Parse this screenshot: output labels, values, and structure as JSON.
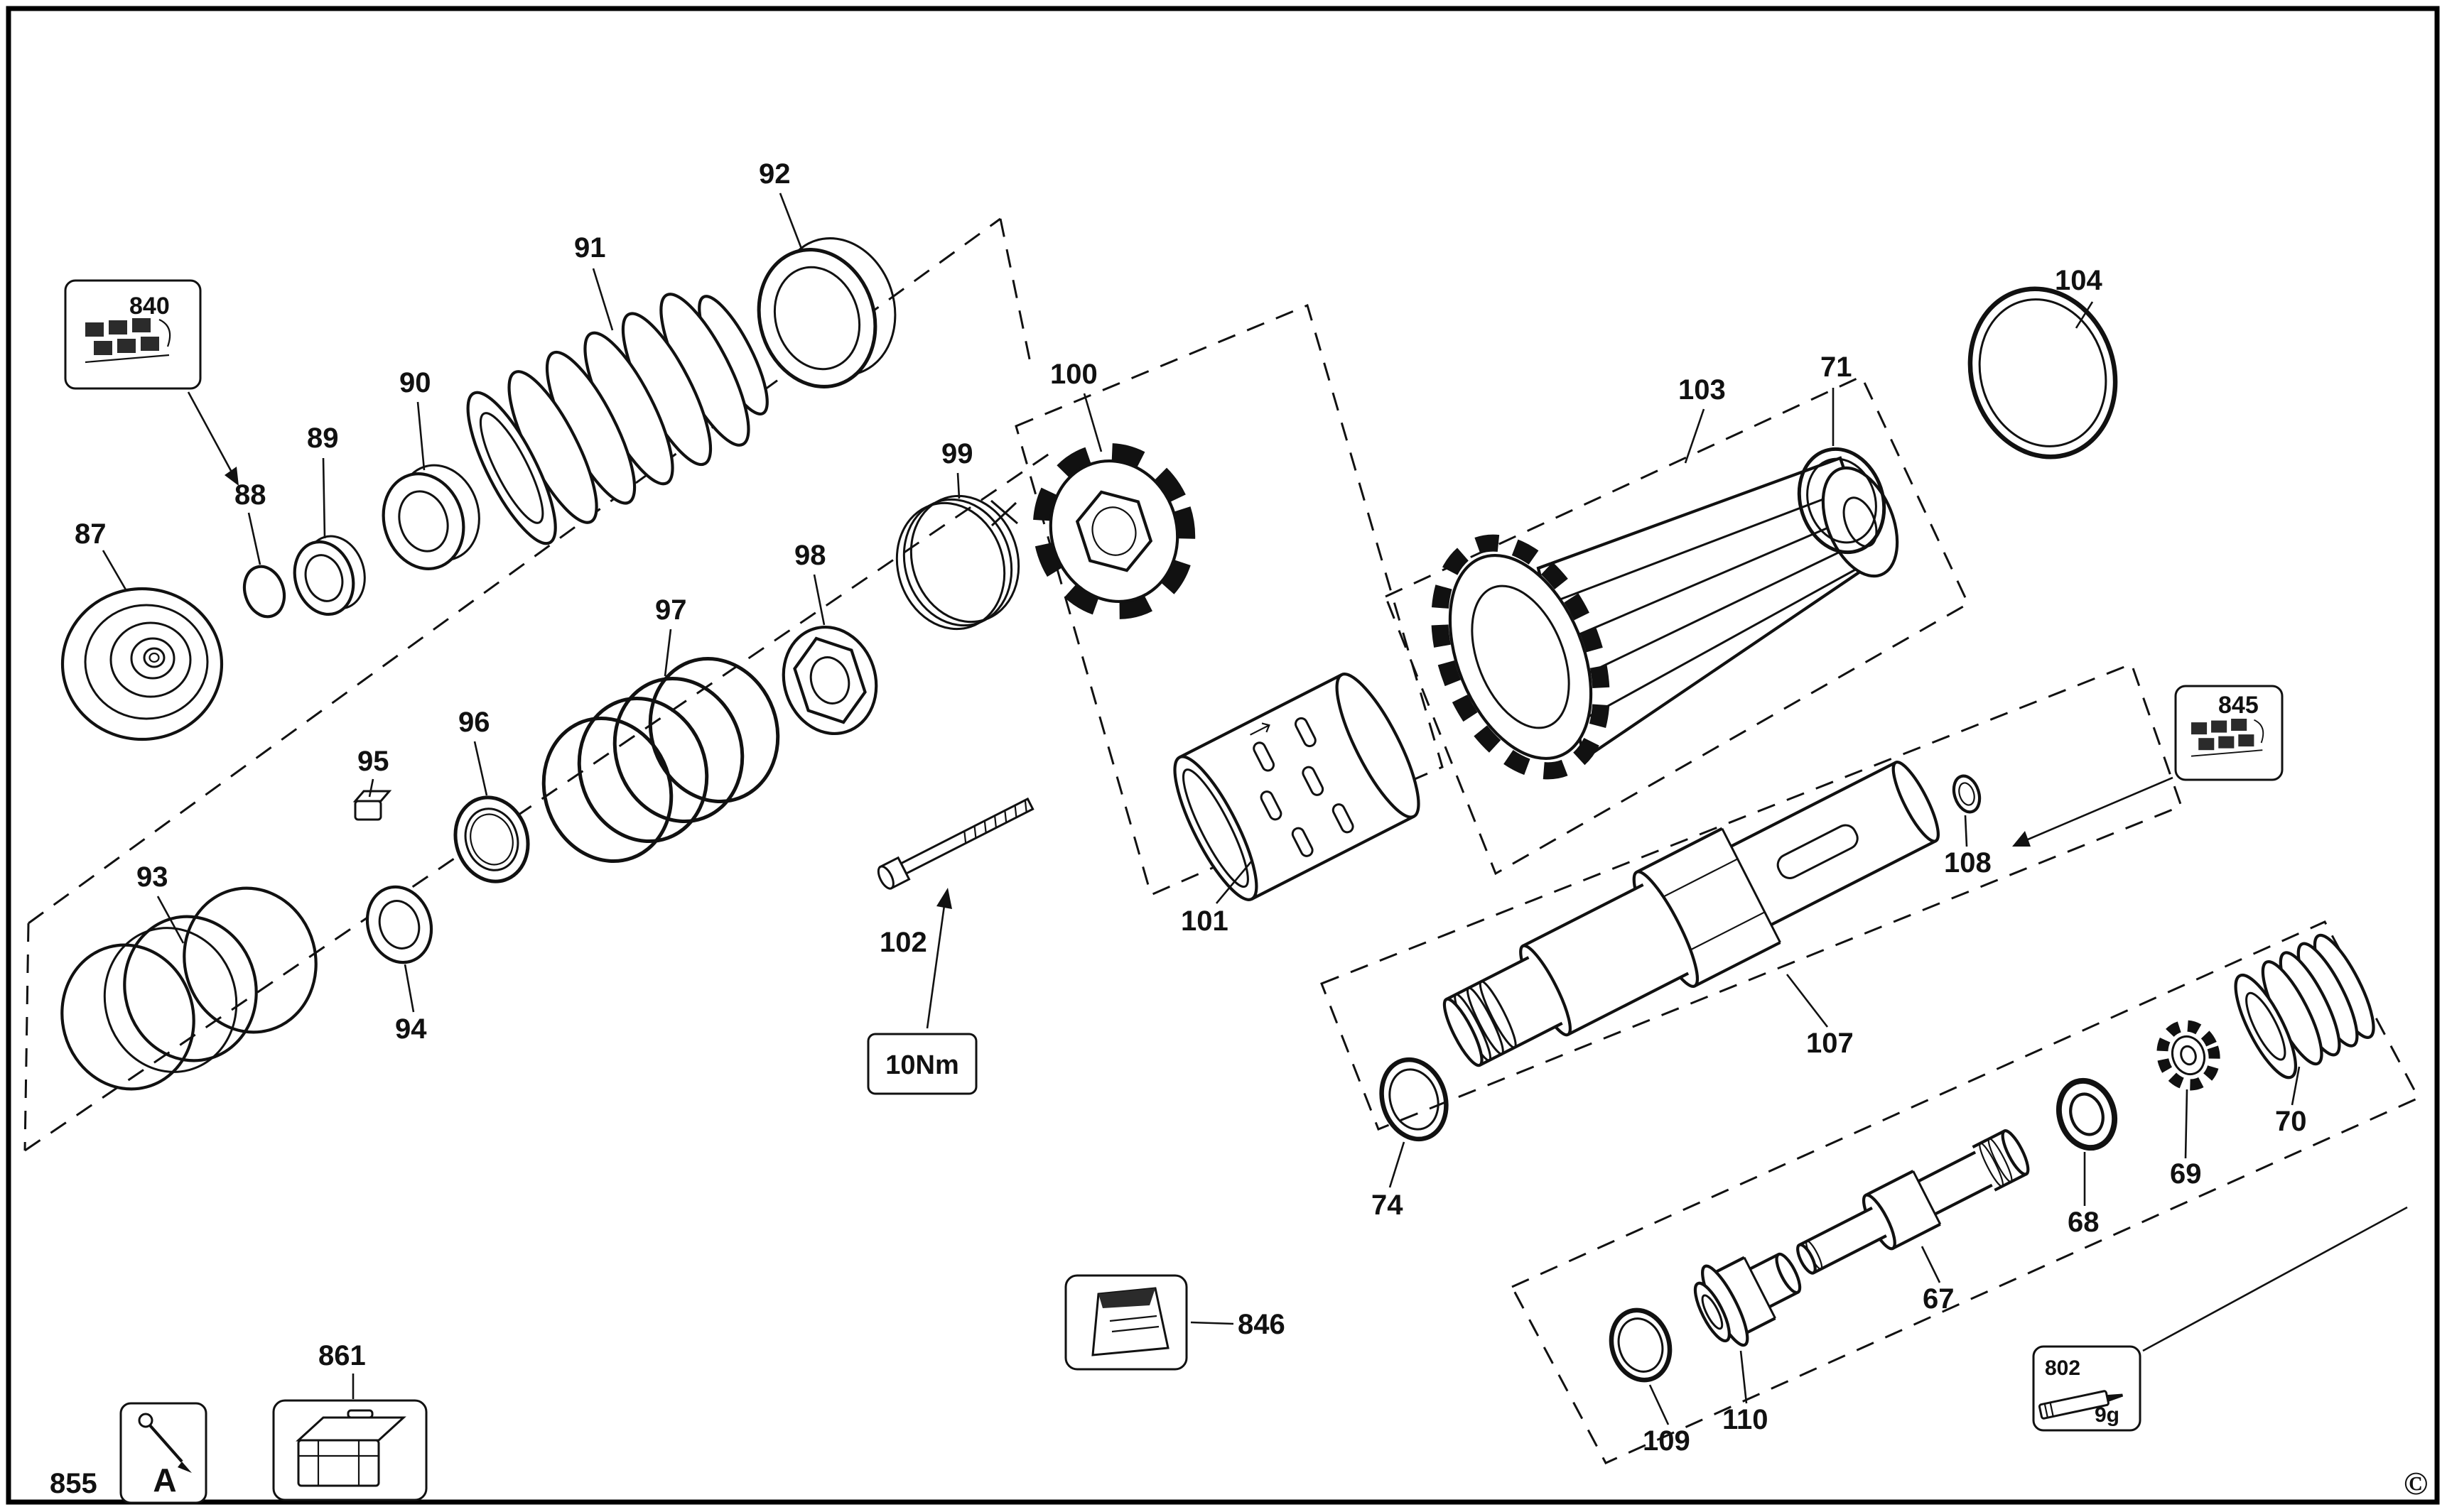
{
  "figure": {
    "kind": "exploded-parts-diagram"
  },
  "labels": {
    "67": "67",
    "68": "68",
    "69": "69",
    "70": "70",
    "71": "71",
    "74": "74",
    "87": "87",
    "88": "88",
    "89": "89",
    "90": "90",
    "91": "91",
    "92": "92",
    "93": "93",
    "94": "94",
    "95": "95",
    "96": "96",
    "97": "97",
    "98": "98",
    "99": "99",
    "100": "100",
    "101": "101",
    "102": "102",
    "103": "103",
    "104": "104",
    "107": "107",
    "108": "108",
    "109": "109",
    "110": "110",
    "802": "802",
    "840": "840",
    "845": "845",
    "846": "846",
    "855": "855",
    "861": "861"
  },
  "annotations": {
    "torque": "10Nm",
    "grease_quantity": "9g",
    "marker_letter": "A",
    "copyright": "©"
  },
  "icons": {
    "box_840": "clamp-part-icon",
    "box_845": "clamp-part-icon",
    "box_846": "grease-sachet-icon",
    "box_855": "scriber-tool-icon",
    "box_861": "toolbox-icon",
    "box_802": "grease-tube-icon"
  },
  "colors": {
    "line": "#111111",
    "background": "#ffffff"
  }
}
